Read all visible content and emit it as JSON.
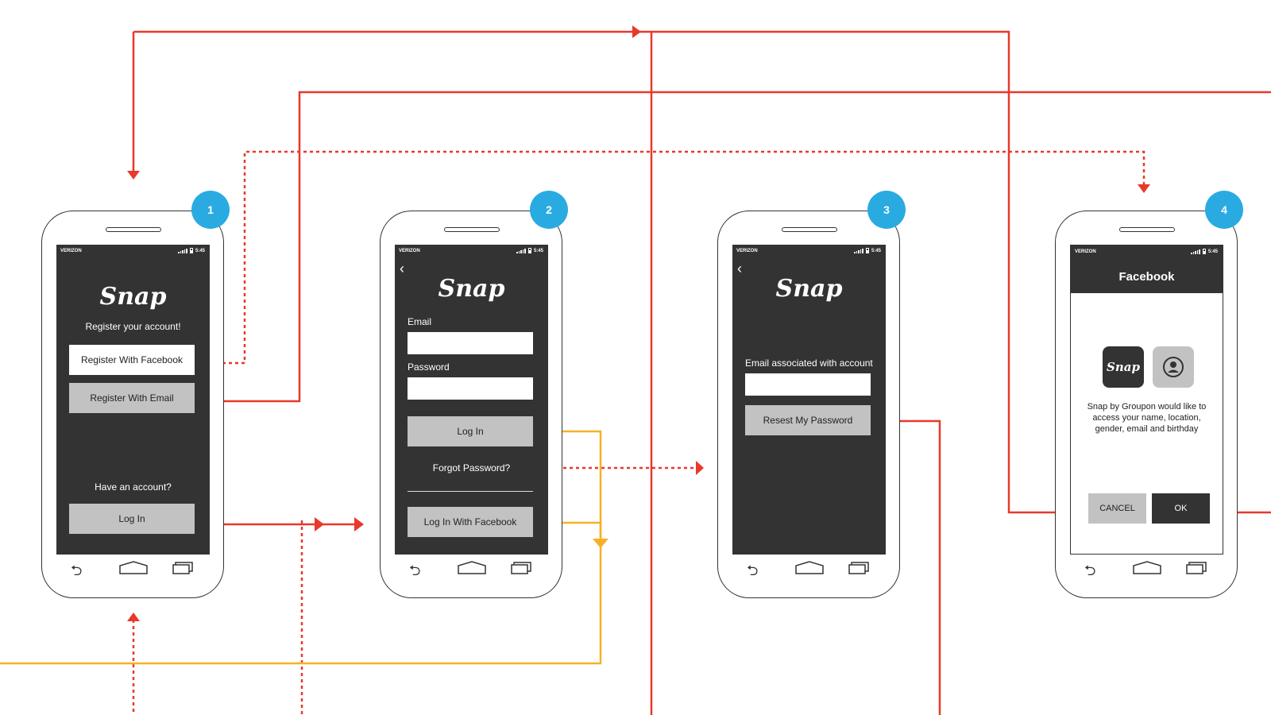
{
  "screens": [
    {
      "badge": "1",
      "status": {
        "carrier": "VERIZON",
        "time": "5:45"
      },
      "logo": "Snap",
      "register_heading": "Register your account!",
      "register_facebook": "Register With Facebook",
      "register_email": "Register With Email",
      "have_account": "Have an account?",
      "login": "Log In"
    },
    {
      "badge": "2",
      "status": {
        "carrier": "VERIZON",
        "time": "5:45"
      },
      "back": "‹",
      "logo": "Snap",
      "email_label": "Email",
      "password_label": "Password",
      "login": "Log In",
      "forgot": "Forgot Password?",
      "login_facebook": "Log In With Facebook"
    },
    {
      "badge": "3",
      "status": {
        "carrier": "VERIZON",
        "time": "5:45"
      },
      "back": "‹",
      "logo": "Snap",
      "email_label": "Email associated with account",
      "reset": "Resest My Password"
    },
    {
      "badge": "4",
      "status": {
        "carrier": "VERIZON",
        "time": "5:45"
      },
      "header": "Facebook",
      "app_logo": "Snap",
      "description": "Snap by Groupon would like to access your name, location, gender, email and birthday",
      "cancel": "CANCEL",
      "ok": "OK"
    }
  ],
  "colors": {
    "flow_red": "#e8392a",
    "flow_yellow": "#f6b128",
    "badge": "#29abe2",
    "screen_dark": "#333333",
    "button_grey": "#c2c2c2"
  },
  "icons": [
    "back-icon",
    "home-icon",
    "recent-apps-icon",
    "signal-icon",
    "battery-icon",
    "avatar-icon",
    "chevron-left-icon"
  ]
}
